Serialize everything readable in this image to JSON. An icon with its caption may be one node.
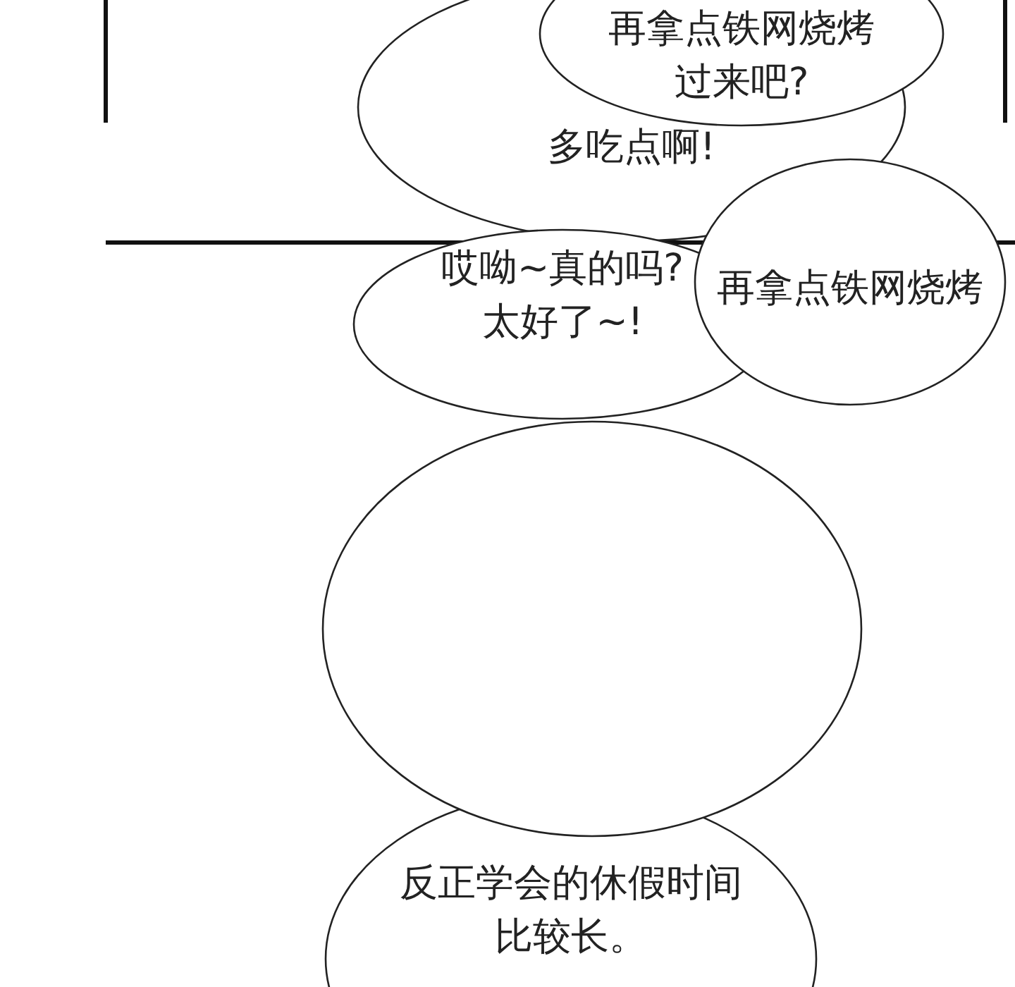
{
  "diagram": {
    "nodes": [
      {
        "text": [
          "再拿点铁网烧烤过来吧?"
        ]
      },
      {
        "text": [
          "多吃点啊!"
        ]
      },
      {
        "text": [
          "再拿点铁网烧烤"
        ]
      },
      {
        "text": [
          "哎呦~真的吗?太好了~!"
        ]
      },
      {
        "text": [],
        "shape": "circle"
      },
      {
        "text": [
          "反正学会的休假时间比较长。"
        ]
      }
    ],
    "edges": []
  }
}
